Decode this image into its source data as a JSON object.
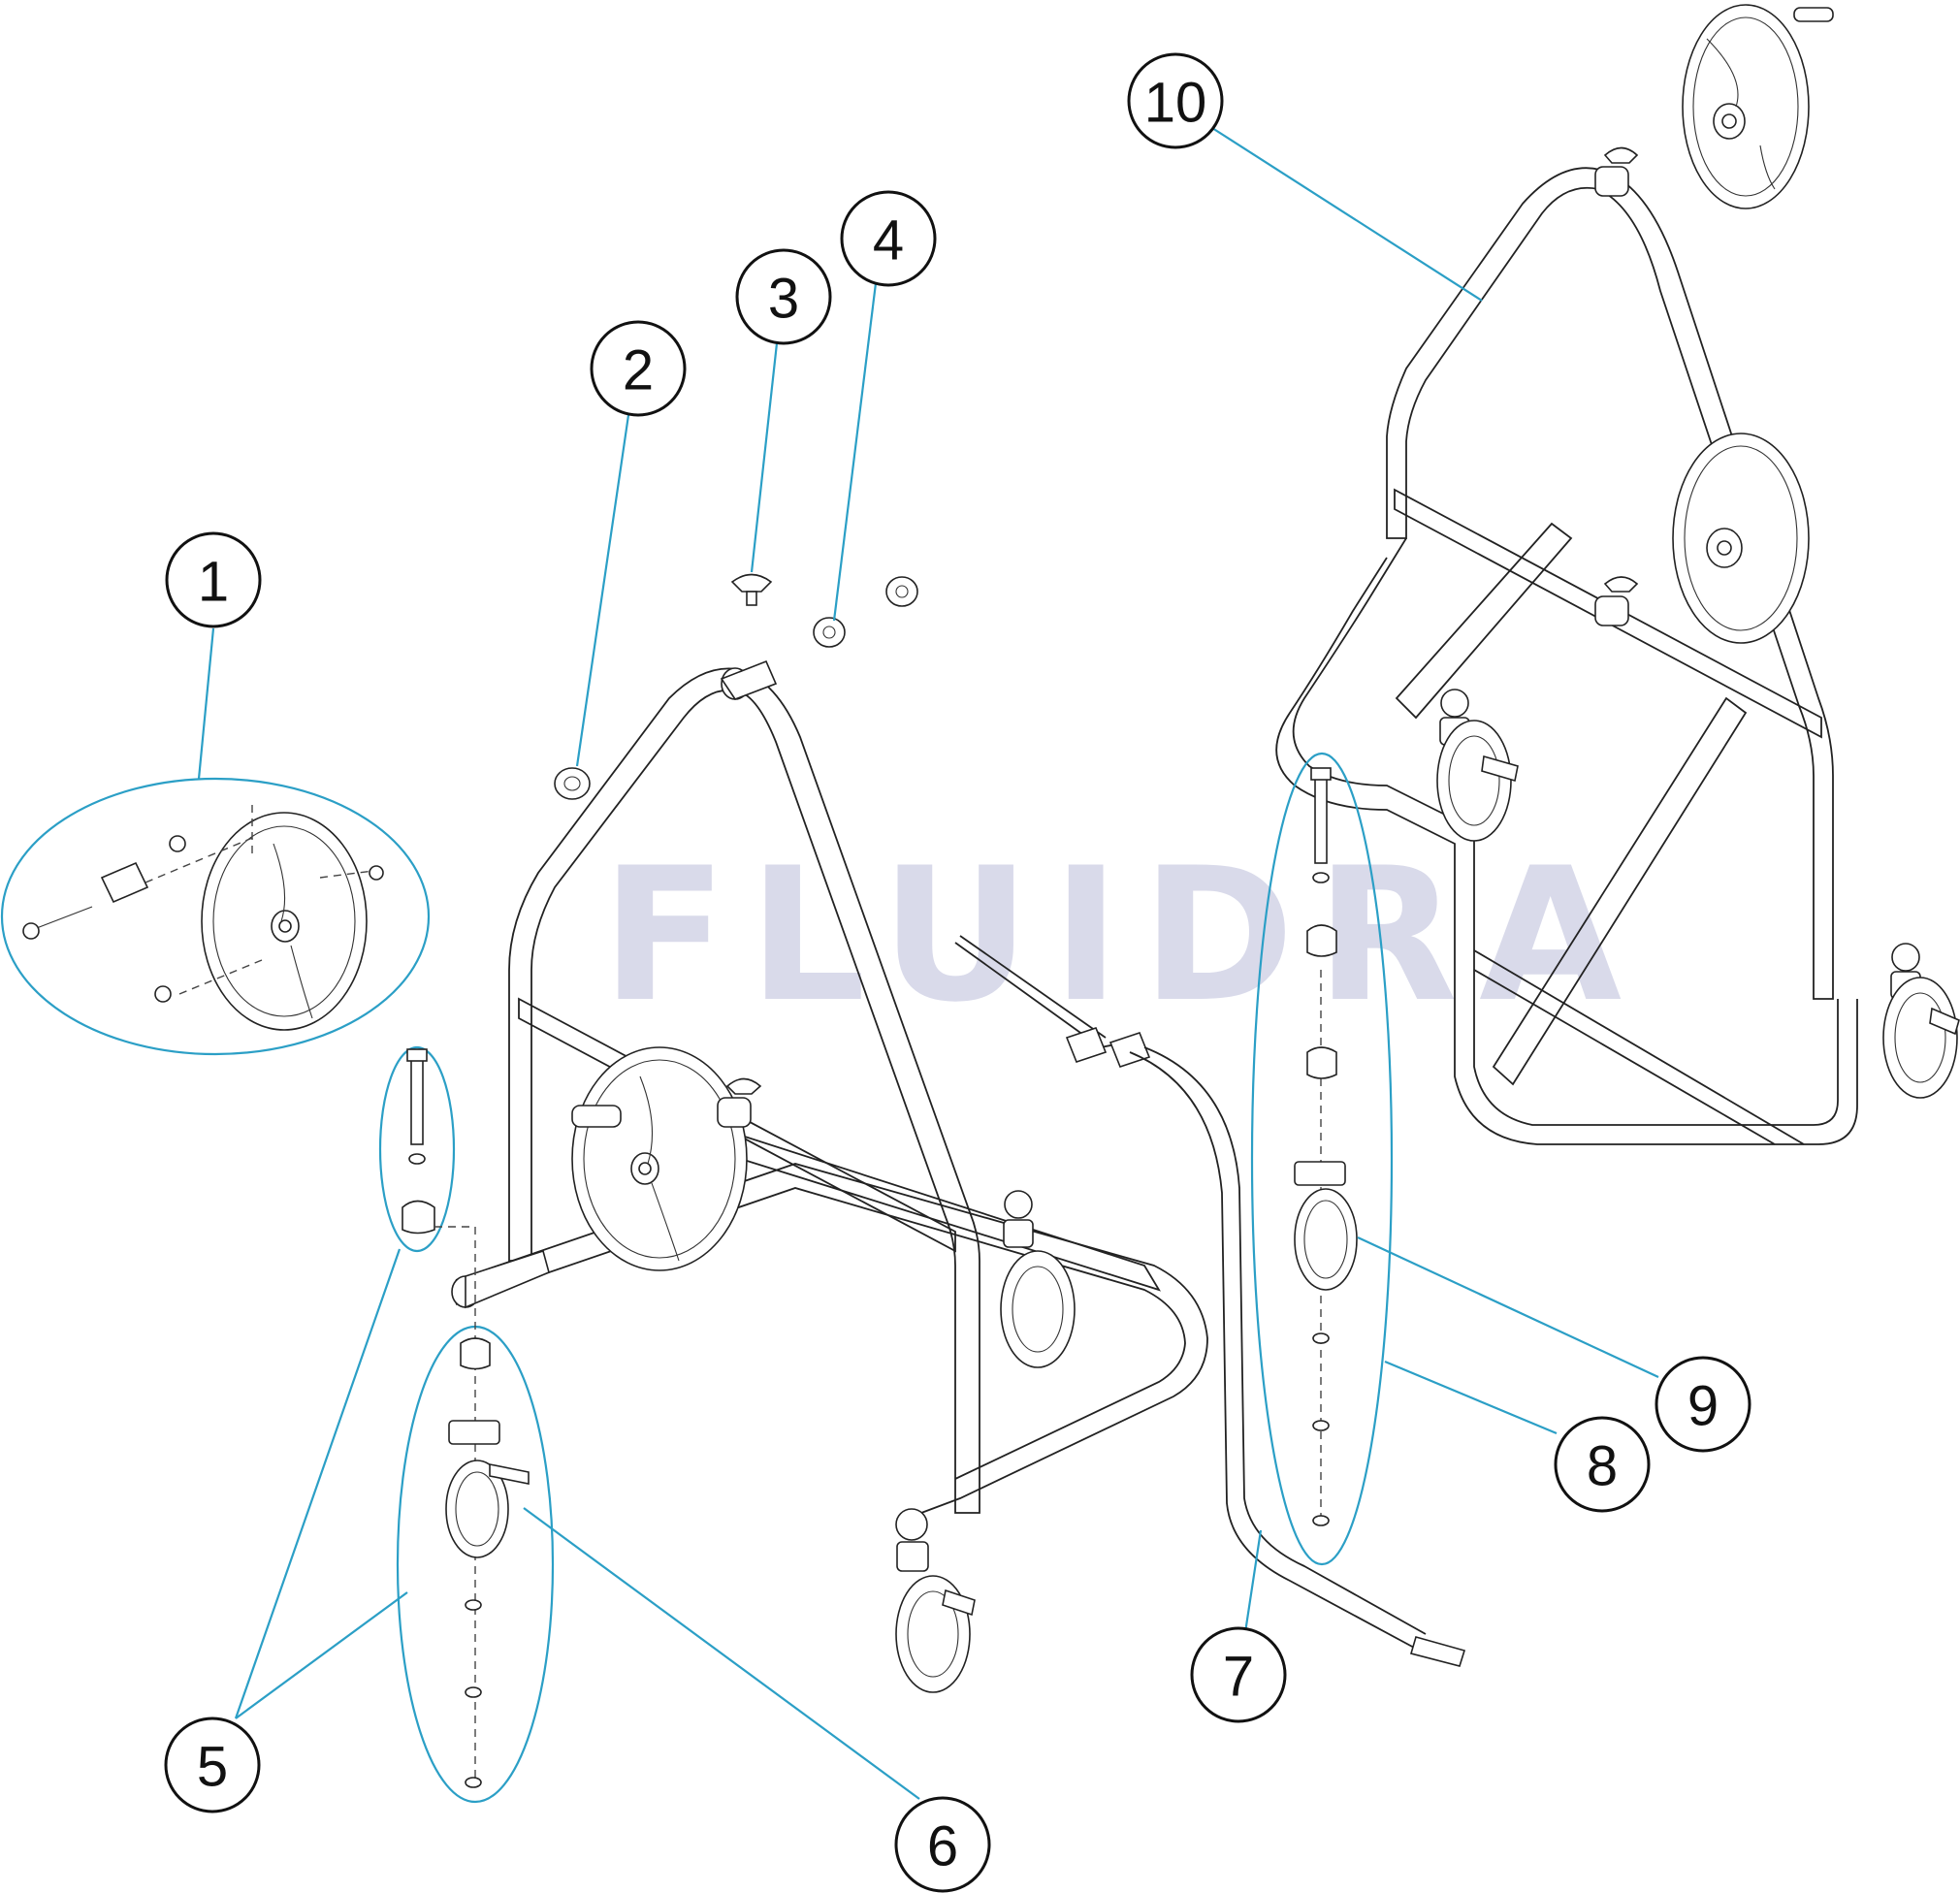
{
  "watermark": {
    "text": "FLUIDRA"
  },
  "callouts": [
    {
      "id": "1",
      "label": "1"
    },
    {
      "id": "2",
      "label": "2"
    },
    {
      "id": "3",
      "label": "3"
    },
    {
      "id": "4",
      "label": "4"
    },
    {
      "id": "5",
      "label": "5"
    },
    {
      "id": "6",
      "label": "6"
    },
    {
      "id": "7",
      "label": "7"
    },
    {
      "id": "8",
      "label": "8"
    },
    {
      "id": "9",
      "label": "9"
    },
    {
      "id": "10",
      "label": "10"
    }
  ],
  "colors": {
    "leader": "#2b9fc6",
    "watermark": "#c9cbe2",
    "outline": "#222222"
  }
}
